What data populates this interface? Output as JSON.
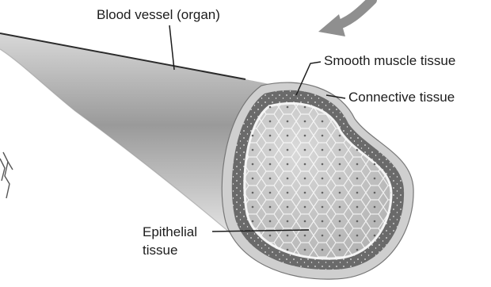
{
  "labels": {
    "organ": "Blood vessel (organ)",
    "smooth_muscle": "Smooth muscle tissue",
    "connective": "Connective tissue",
    "epithelial_line1": "Epithelial",
    "epithelial_line2": "tissue"
  },
  "colors": {
    "background": "#ffffff",
    "ink": "#1c1c1c",
    "vessel_shade": "#8a8a8a",
    "wall_dark": "#5a5a5a",
    "lumen": "#c9c9c9"
  }
}
